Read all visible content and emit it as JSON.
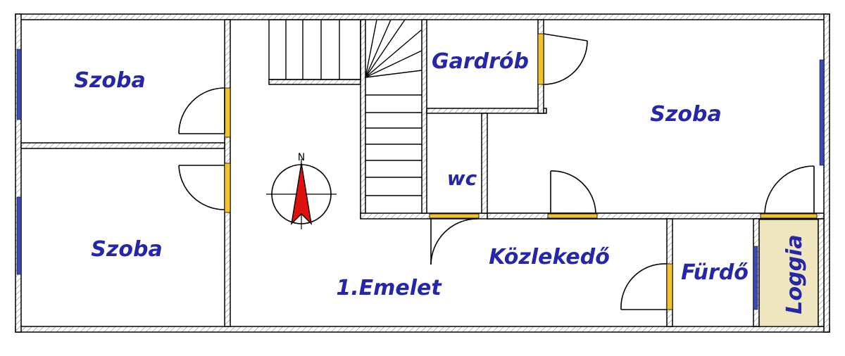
{
  "rooms": {
    "szoba_top_left": "Szoba",
    "szoba_bottom_left": "Szoba",
    "gardrob": "Gardrób",
    "szoba_right": "Szoba",
    "wc": "wc",
    "kozlekedo": "Közlekedő",
    "furdo": "Fürdő",
    "loggia": "Loggia"
  },
  "floor_label": "1.Emelet",
  "compass": {
    "north_label": "N"
  },
  "colors": {
    "label": "#2626a8",
    "door": "#f2c230",
    "window": "#3b4bb8",
    "loggia_fill": "#efe6c0",
    "compass_needle": "#e01010"
  }
}
